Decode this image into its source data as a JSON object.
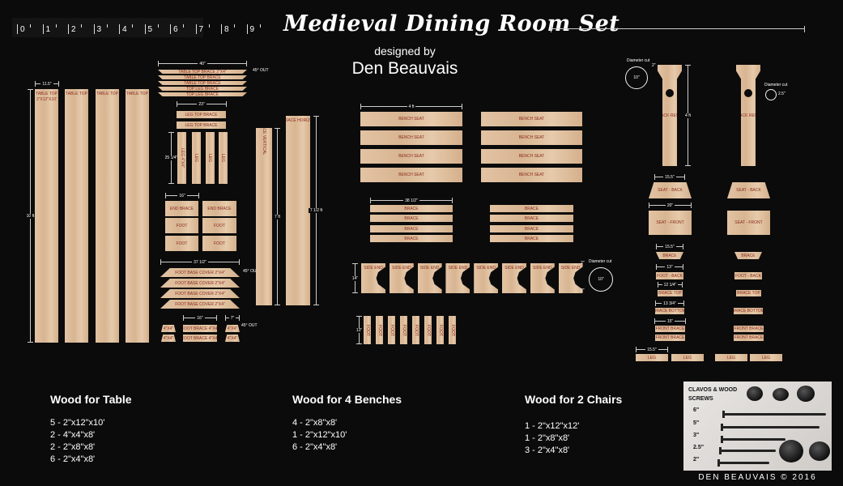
{
  "header": {
    "title": "Medieval Dining Room Set",
    "designed_by": "designed by",
    "designer": "Den Beauvais",
    "ruler_labels": [
      "0",
      "1",
      "2",
      "3",
      "4",
      "5",
      "6",
      "7",
      "8",
      "9"
    ]
  },
  "table": {
    "top_width": "11.5\"",
    "top_label": "TABLE TOP",
    "top_sub": "2\"X12\"X10'",
    "top_length": "10 ft",
    "brace_width": "40\"",
    "angle_note": "45° OUT",
    "brace_labels": [
      "TABLE TOP BRACE 2\"X4\"",
      "TABLE TOP BRACE",
      "TABLE TOP BRACE",
      "TOP LEG BRACE",
      "TOP LEG BRACE"
    ],
    "leg_top_width": "23\"",
    "leg_top": "LEG TOP BRACE",
    "leg_height": "25 1/4\"",
    "leg": "LEG 4\"X4\"",
    "leg_short": "LEG",
    "end_width": "16\"",
    "end_brace": "END BRACE",
    "foot": "FOOT",
    "cover_width": "37 1/2\"",
    "cover": "FOOT BASE COVER 2\"X4\"",
    "foot_brace_width": "16\"",
    "small_width": "7\"",
    "foot_brace": "FOOT BRACE 4\"X4\"",
    "small": "4\"X4\"",
    "leg_brace_vertical": "LEG BRACE VERTICAL",
    "leg_brace_vertical_len": "7 ft",
    "leg_brace_horizontal": "LEG BRACE HORIZONTAL",
    "leg_brace_horizontal_len": "7 1/2 ft"
  },
  "benches": {
    "seat_len": "4 ft",
    "seat": "BENCH SEAT",
    "brace_len": "38 1/2\"",
    "brace": "BRACE",
    "side_end": "SIDE END",
    "side_height": "14\"",
    "side_margin": "2\"",
    "diameter_label": "Diameter cut",
    "diameter": "10\"",
    "foot": "FOOT",
    "foot_height": "13\""
  },
  "chairs": {
    "diameter_label": "Diameter cut",
    "diameter": "10\"",
    "top_margin": "2\"",
    "back_rest": "BACK REST",
    "back_len": "4 ft",
    "clover_label": "Diameter cut",
    "clover_diameter": "2.5\"",
    "seat_back_width": "15.5\"",
    "seat_back": "SEAT - BACK",
    "seat_front_width": "20\"",
    "seat_front": "SEAT - FRONT",
    "brace_width": "15.5\"",
    "brace": "BRACE",
    "foot_back_width": "13\"",
    "foot_back": "FOOT - BACK",
    "brace_top_width": "12 1/4\"",
    "brace_top": "BRACE TOP",
    "brace_bottom_width": "13 3/4\"",
    "brace_bottom": "BRACE BOTTOM",
    "front_brace_width": "15\"",
    "front_brace": "FRONT BRACE",
    "leg_width": "15.5\"",
    "leg": "LEG"
  },
  "materials": [
    {
      "title": "Wood for Table",
      "items": [
        "5 - 2\"x12\"x10'",
        "2 - 4\"x4\"x8'",
        "2 - 2\"x8\"x8'",
        "6 - 2\"x4\"x8'"
      ]
    },
    {
      "title": "Wood for 4 Benches",
      "items": [
        "4 - 2\"x8\"x8'",
        "1 - 2\"x12\"x10'",
        "6 - 2\"x4\"x8'"
      ]
    },
    {
      "title": "Wood for 2 Chairs",
      "items": [
        "1 - 2\"x12\"x12'",
        "1 - 2\"x8\"x8'",
        "3 - 2\"x4\"x8'"
      ]
    }
  ],
  "photo": {
    "title": "CLAVOS & WOOD SCREWS",
    "sizes": [
      "6\"",
      "5\"",
      "3\"",
      "2.5\"",
      "2\""
    ],
    "copyright": "DEN BEAUVAIS © 2016"
  }
}
